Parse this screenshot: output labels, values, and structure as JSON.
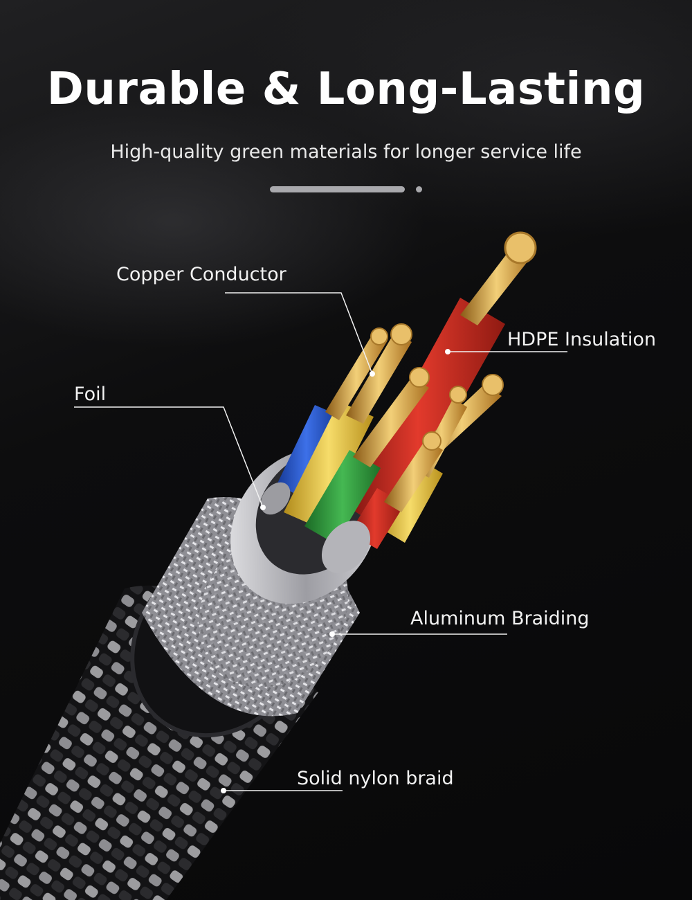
{
  "header": {
    "title": "Durable & Long-Lasting",
    "subtitle": "High-quality green materials for longer service life"
  },
  "callouts": {
    "copper": "Copper Conductor",
    "hdpe": "HDPE Insulation",
    "foil": "Foil",
    "aluminum": "Aluminum Braiding",
    "nylon": "Solid nylon braid"
  },
  "colors": {
    "copper": "#d9a744",
    "red_insulation": "#c9251b",
    "yellow_insulation": "#e8c33a",
    "green_insulation": "#2f9a3a",
    "blue_insulation": "#2b57c8",
    "foil": "#c8c8cc",
    "nylon_braid": "#9a9a9e"
  }
}
